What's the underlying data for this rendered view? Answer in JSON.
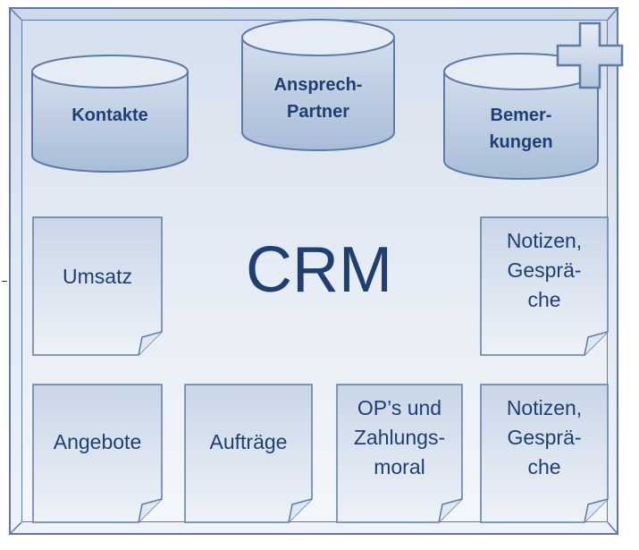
{
  "diagram": {
    "title": "CRM",
    "databases": [
      {
        "lines": [
          "Kontakte"
        ]
      },
      {
        "lines": [
          "Ansprech-",
          "Partner"
        ]
      },
      {
        "lines": [
          "Bemer-",
          "kungen"
        ]
      }
    ],
    "documents": [
      {
        "lines": [
          "Umsatz"
        ]
      },
      {
        "lines": [
          "Notizen,",
          "Gesprä-",
          "che"
        ]
      },
      {
        "lines": [
          "Angebote"
        ]
      },
      {
        "lines": [
          "Aufträge"
        ]
      },
      {
        "lines": [
          "OP’s und",
          "Zahlungs-",
          "moral"
        ]
      },
      {
        "lines": [
          "Notizen,",
          "Gesprä-",
          "che"
        ]
      }
    ]
  },
  "colors": {
    "text": "#1f3f73",
    "border": "#5d7ba6",
    "fill_top": "#d0dcec",
    "fill_bottom": "#f2f5fa"
  },
  "icons": {
    "plus": "plus-icon"
  }
}
